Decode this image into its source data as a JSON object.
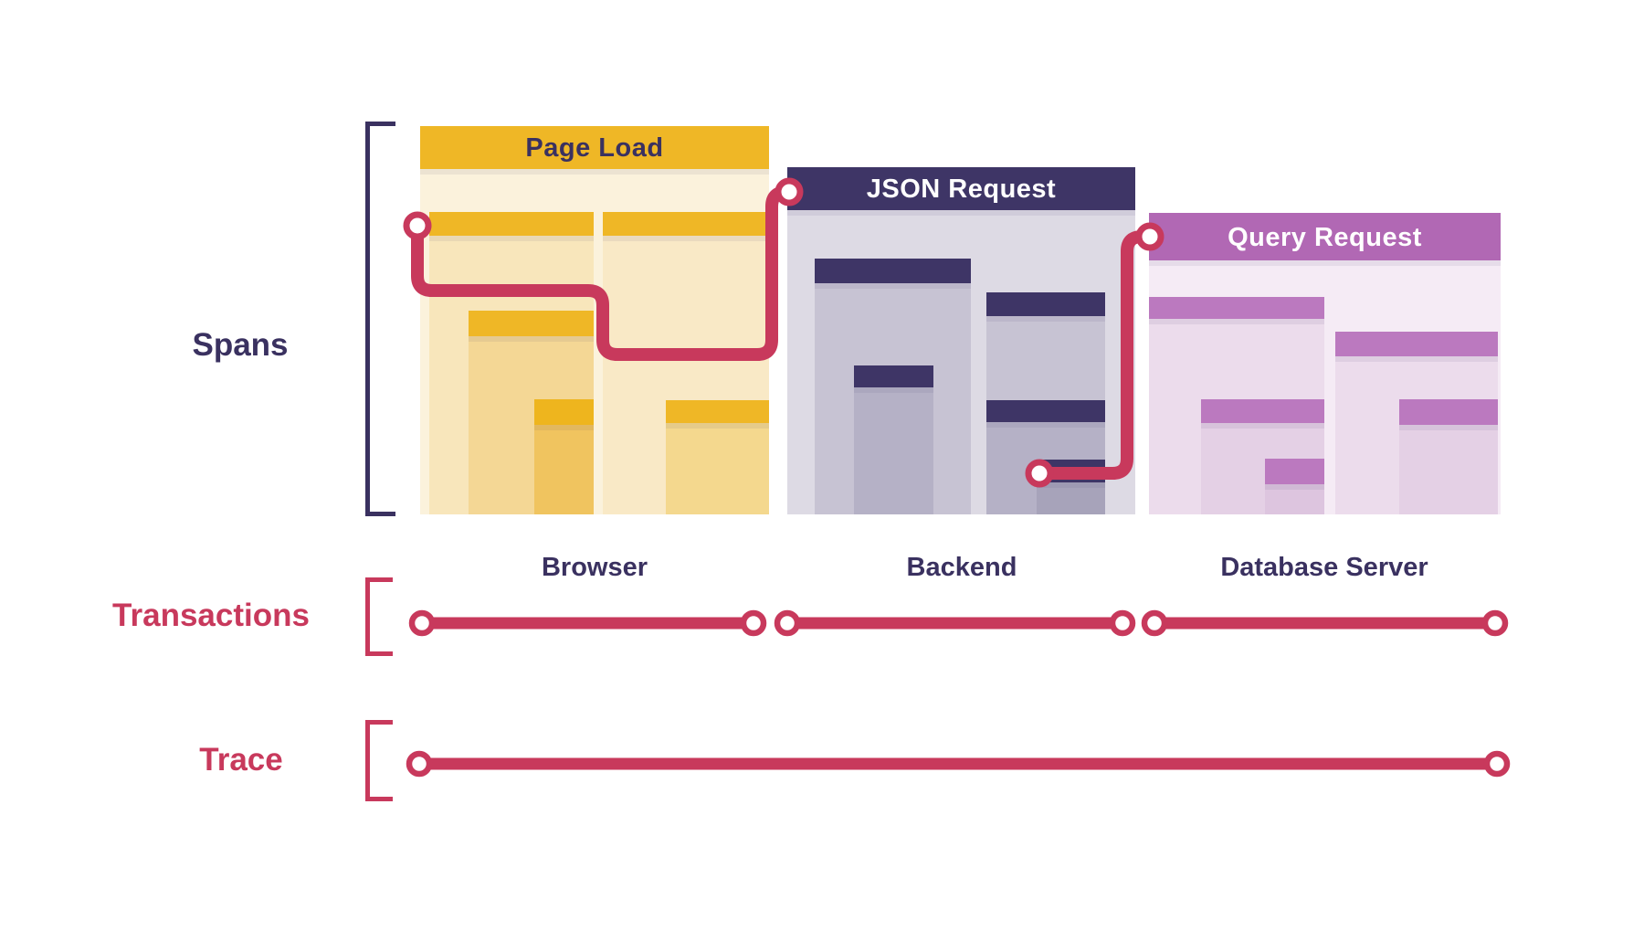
{
  "colors": {
    "navy": "#3E3566",
    "navy_text": "#3A3160",
    "crimson": "#C8395C",
    "gold": "#EFB726",
    "orchid": "#B168B4",
    "cream_body": "#FBF2DC",
    "slate_body": "#DDDAE4",
    "pink_body": "#F5EBF5",
    "connector_dot_fill": "#FFFFFF"
  },
  "spans": {
    "label": "Spans",
    "panels": [
      {
        "title": "Page Load",
        "service": "Browser"
      },
      {
        "title": "JSON Request",
        "service": "Backend"
      },
      {
        "title": "Query Request",
        "service": "Database Server"
      }
    ]
  },
  "transactions": {
    "label": "Transactions"
  },
  "trace": {
    "label": "Trace"
  }
}
